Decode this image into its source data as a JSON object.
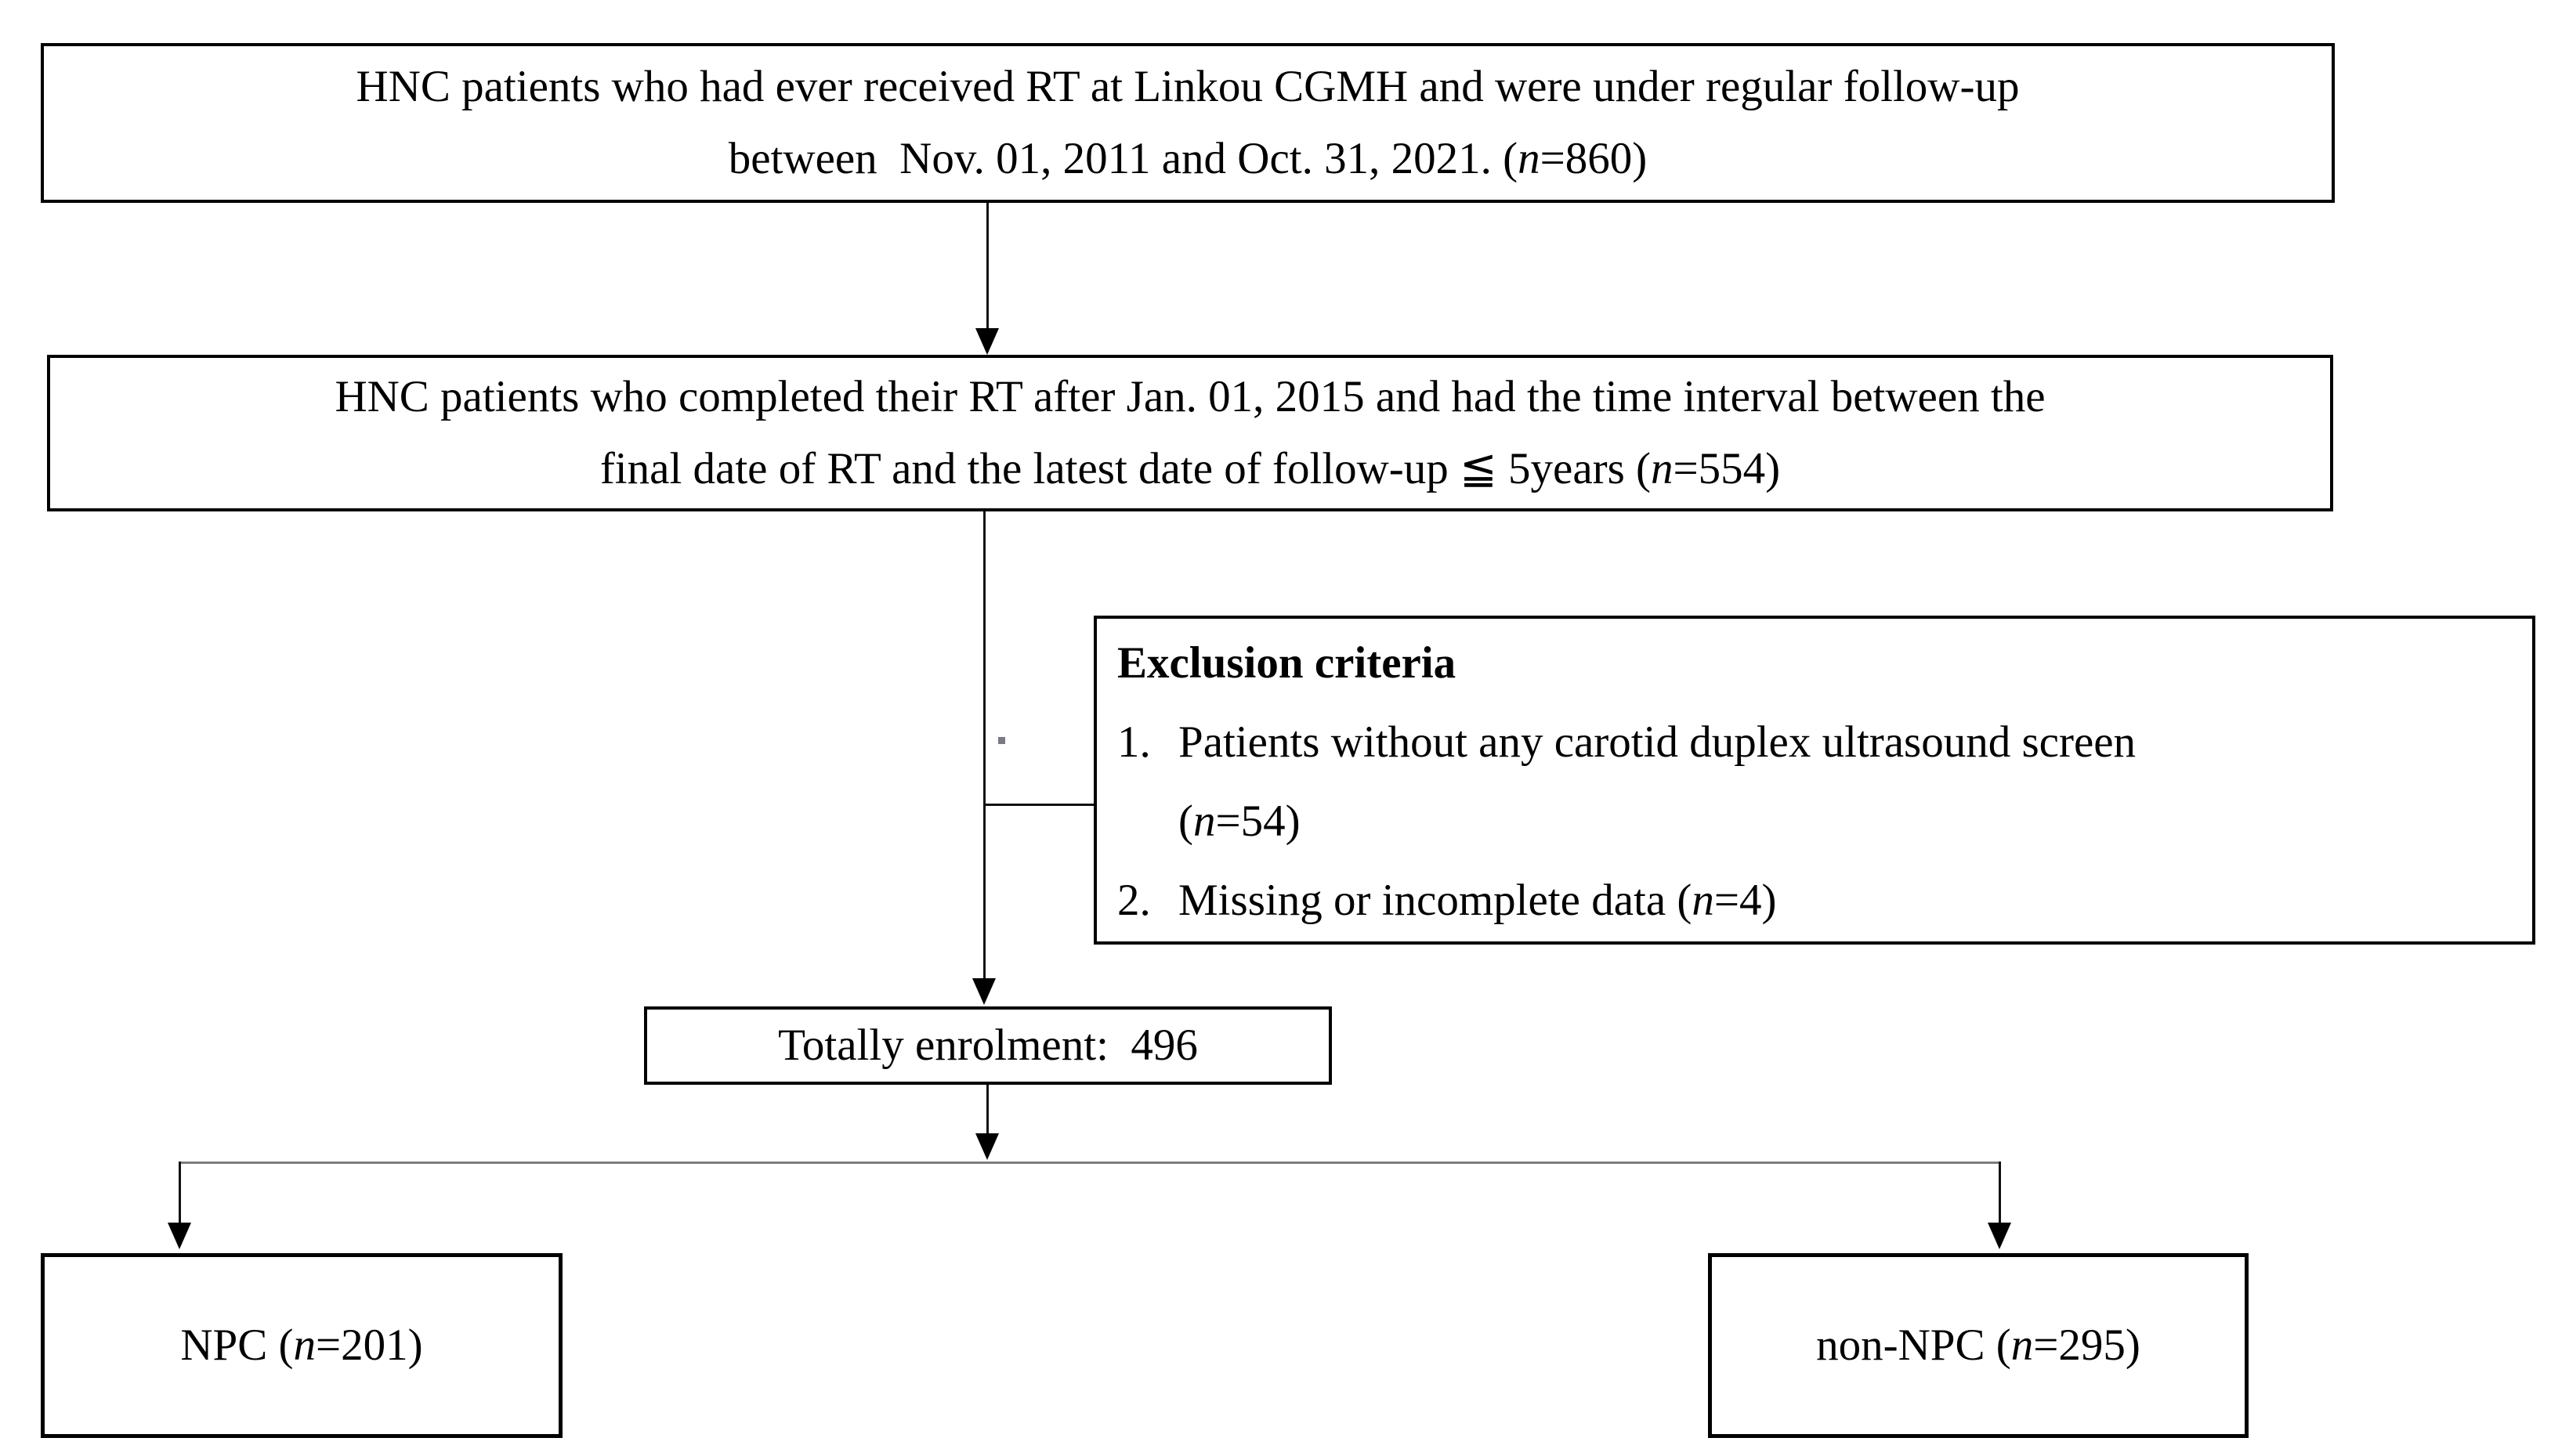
{
  "figure": {
    "background": "#ffffff",
    "line_color": "#111111",
    "split_line_color": "#7d7d7d",
    "text_color": "#000000"
  },
  "boxes": {
    "cohort_all": {
      "lines": [
        {
          "segs": [
            {
              "t": "HNC patients who had ever received RT at Linkou CGMH and were under regular follow-up"
            }
          ]
        },
        {
          "segs": [
            {
              "t": "between  Nov. 01, 2011 and Oct. 31, 2021. ("
            },
            {
              "t": "n",
              "i": true
            },
            {
              "t": "=860)"
            }
          ]
        }
      ]
    },
    "cohort_window": {
      "lines": [
        {
          "segs": [
            {
              "t": "HNC patients who completed their RT after Jan. 01, 2015 and had the time interval between the"
            }
          ]
        },
        {
          "segs": [
            {
              "t": "final date of RT and the latest date of follow-up ≦ 5years ("
            },
            {
              "t": "n",
              "i": true
            },
            {
              "t": "=554)"
            }
          ]
        }
      ]
    },
    "exclusion": {
      "lines": [
        {
          "segs": [
            {
              "t": "Exclusion criteria",
              "b": true
            }
          ]
        },
        {
          "segs": [
            {
              "t": "1.",
              "m": true
            },
            {
              "t": "Patients without any carotid duplex ultrasound screen"
            }
          ]
        },
        {
          "continuation": true,
          "segs": [
            {
              "t": "("
            },
            {
              "t": "n",
              "i": true
            },
            {
              "t": "=54)"
            }
          ]
        },
        {
          "segs": [
            {
              "t": "2.",
              "m": true
            },
            {
              "t": "Missing or incomplete data ("
            },
            {
              "t": "n",
              "i": true
            },
            {
              "t": "=4)"
            }
          ]
        }
      ]
    },
    "total": {
      "lines": [
        {
          "segs": [
            {
              "t": "Totally enrolment:  496"
            }
          ]
        }
      ]
    },
    "npc": {
      "lines": [
        {
          "segs": [
            {
              "t": "NPC ("
            },
            {
              "t": "n",
              "i": true
            },
            {
              "t": "=201)"
            }
          ]
        }
      ]
    },
    "non_npc": {
      "lines": [
        {
          "segs": [
            {
              "t": "non-NPC ("
            },
            {
              "t": "n",
              "i": true
            },
            {
              "t": "=295)"
            }
          ]
        }
      ]
    }
  }
}
